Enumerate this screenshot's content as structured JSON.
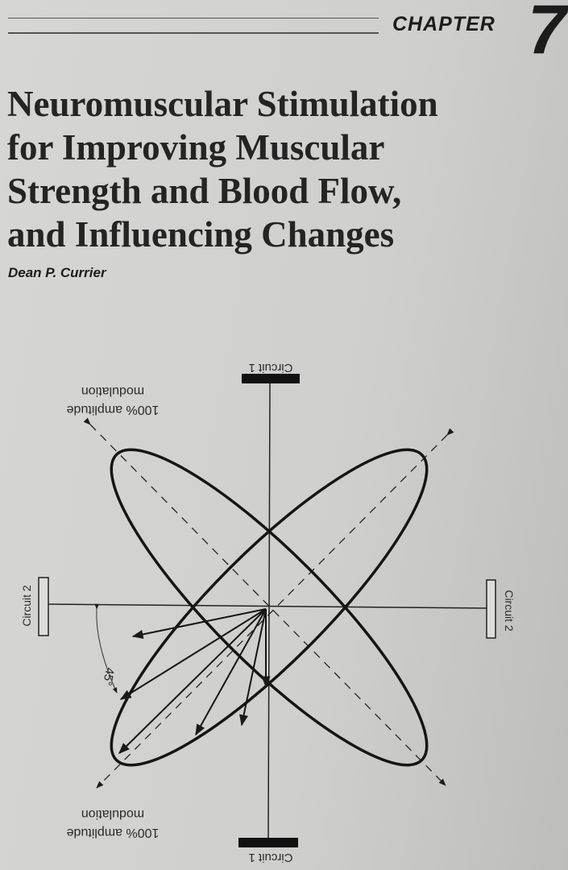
{
  "chapter_label": "CHAPTER",
  "chapter_number": "7",
  "title_lines": [
    "Neuromuscular Stimulation",
    "for Improving Muscular",
    "Strength and Blood Flow,",
    "and Influencing Changes"
  ],
  "author": "Dean P. Currier",
  "figure": {
    "circuit1_label": "Circuit 1",
    "circuit2_label": "Circuit 2",
    "modulation_line1": "100% amplitude",
    "modulation_line2": "modulation",
    "angle_label": "45°"
  }
}
